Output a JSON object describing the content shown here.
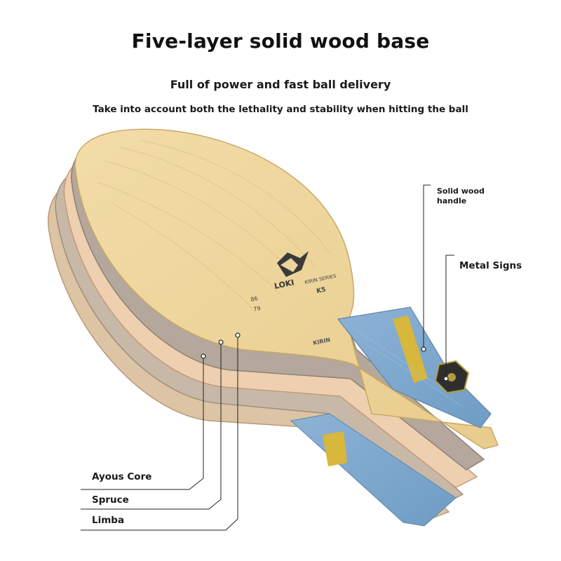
{
  "header": {
    "title": "Five-layer solid wood base",
    "subtitle": "Full of power and fast ball delivery",
    "tagline": "Take into account both the lethality and stability when hitting the ball"
  },
  "callouts": {
    "handle": "Solid wood handle",
    "metal": "Metal Signs",
    "ayous": "Ayous Core",
    "spruce": "Spruce",
    "limba": "Limba"
  },
  "blade_print": {
    "brand": "LOKI",
    "series": "KIRIN SERIES",
    "model": "K5",
    "handle_mark": "KIRIN",
    "speed": "86",
    "control": "79"
  },
  "colors": {
    "face_wood": "#ecd49c",
    "handle_blue": "#7fa8cc",
    "handle_stripe": "#d7b73c",
    "spruce": "#b6aa9e",
    "ayous": "#e8c8a8",
    "limba": "#c8ab90"
  }
}
